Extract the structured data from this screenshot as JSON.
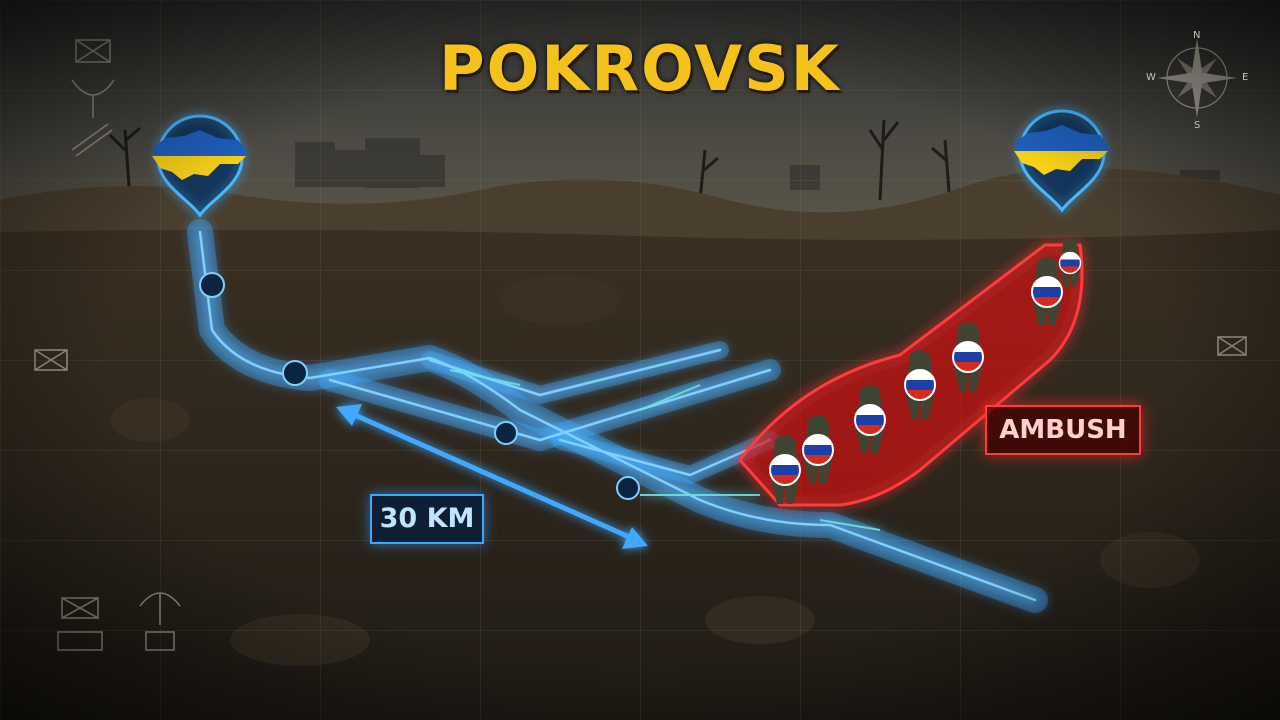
{
  "map": {
    "title": "POKROVSK",
    "distance_label": "30 KM",
    "ambush_label": "AMBUSH",
    "compass": {
      "n": "N",
      "e": "E",
      "s": "S",
      "w": "W"
    },
    "markers": [
      {
        "id": "ukraine-marker-left",
        "icon": "ukraine-map-pin",
        "color": "#4ab8ff"
      },
      {
        "id": "ukraine-marker-right",
        "icon": "ukraine-map-pin",
        "color": "#4ab8ff"
      }
    ],
    "tunnel_color": "#3fa9ff",
    "ambush_color": "#ff2a2a",
    "title_color": "#f5c21b",
    "flag_colors": {
      "ukraine": [
        "#1f5fbf",
        "#f7d117"
      ],
      "russia": [
        "#ffffff",
        "#1c3fa8",
        "#d52b1e"
      ]
    },
    "legend_icons": [
      "infantry-symbol-icon",
      "artillery-symbol-icon",
      "unit-symbol-icon",
      "radar-symbol-icon"
    ]
  }
}
